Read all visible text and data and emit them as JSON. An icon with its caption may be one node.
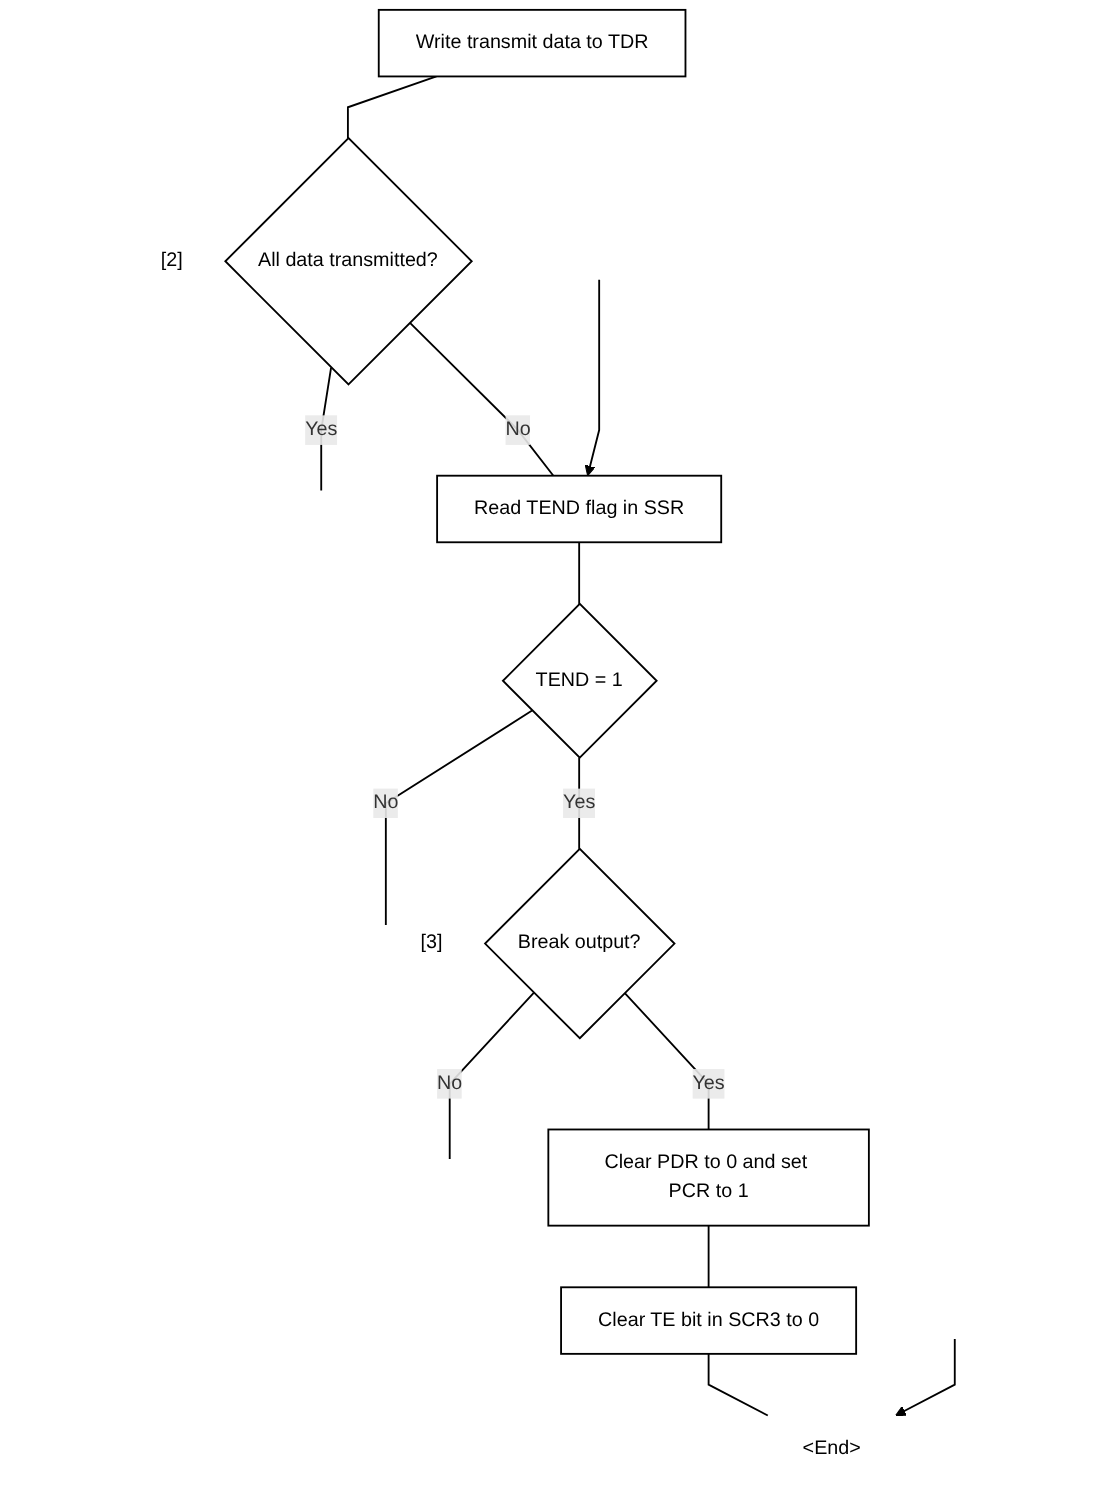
{
  "diagram": {
    "nodes": [
      {
        "text": [
          "Write transmit data to TDR"
        ]
      },
      {
        "text": [
          "All data transmitted?"
        ],
        "beside": [
          "[2]"
        ]
      },
      {
        "text": [
          "Read TEND flag in SSR"
        ]
      },
      {
        "text": [
          "TEND = 1"
        ]
      },
      {
        "text": [
          "Break output?"
        ],
        "beside": [
          "[3]"
        ]
      },
      {
        "text": [
          "Clear PDR to 0 and set PCR to 1"
        ]
      },
      {
        "text": [
          "Clear TE bit in SCR3 to 0"
        ]
      },
      {
        "text": [
          "<End>"
        ]
      }
    ],
    "edges": [
      {
        "from": 0,
        "to": 1,
        "arrow": "none"
      },
      {
        "from": 1,
        "to": null,
        "arrow": "none",
        "label": "Yes"
      },
      {
        "from": 1,
        "to": 2,
        "arrow": "none",
        "label": "No"
      },
      {
        "from": null,
        "to": 2,
        "arrow": "to"
      },
      {
        "from": 2,
        "to": 3,
        "arrow": "none"
      },
      {
        "from": 3,
        "to": null,
        "arrow": "none",
        "label": "No"
      },
      {
        "from": 3,
        "to": 4,
        "arrow": "none",
        "label": "Yes"
      },
      {
        "from": 4,
        "to": null,
        "arrow": "none",
        "label": "No"
      },
      {
        "from": 4,
        "to": 5,
        "arrow": "none",
        "label": "Yes"
      },
      {
        "from": 5,
        "to": 6,
        "arrow": "none"
      },
      {
        "from": 6,
        "to": 7,
        "arrow": "none"
      },
      {
        "from": null,
        "to": 7,
        "arrow": "to"
      }
    ]
  }
}
